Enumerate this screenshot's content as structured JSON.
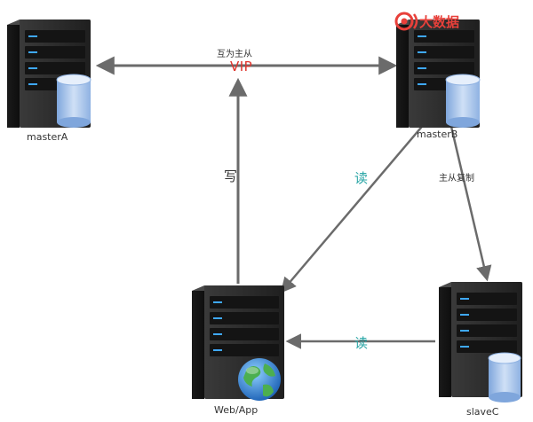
{
  "servers": {
    "masterA": "masterA",
    "masterB": "masterB",
    "web": "Web/App",
    "slaveC": "slaveC"
  },
  "edges": {
    "mutual_label": "互为主从",
    "vip_label": "VIP",
    "write_label": "写",
    "read_label_diag": "读",
    "read_label_bottom": "读",
    "replication_label": "主从复制"
  },
  "watermark": {
    "text": "大数据"
  },
  "colors": {
    "arrow": "#6b6b6b",
    "vip": "#e0342c",
    "read": "#2aa6a6",
    "server_body": "#2e2e2e",
    "db_cylinder": "#a8c4ea"
  }
}
